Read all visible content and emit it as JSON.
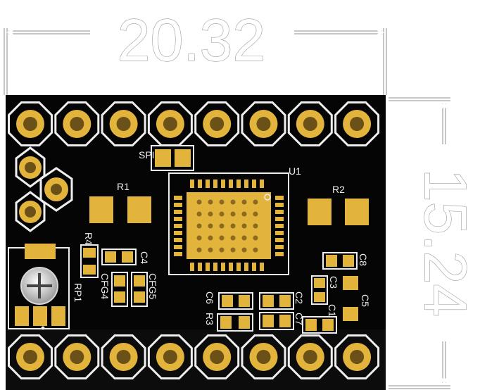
{
  "dimensions": {
    "width_label": "20.32",
    "height_label": "15.24"
  },
  "board": {
    "chip_label": "U1",
    "labels": {
      "spi": "SPI",
      "r1": "R1",
      "r2": "R2",
      "r3": "R3",
      "r4": "R4",
      "rp1": "RP1",
      "c1": "C1",
      "c2": "C2",
      "c3": "C3",
      "c4": "C4",
      "c5": "C5",
      "c6": "C6",
      "c7": "C7",
      "c8": "C8",
      "cfg4": "CFG4",
      "cfg5": "CFG5"
    }
  },
  "colors": {
    "pcb": "#050505",
    "gold": "#e3b43c",
    "silk": "#f2f2f2",
    "dimension": "#ffffff"
  }
}
